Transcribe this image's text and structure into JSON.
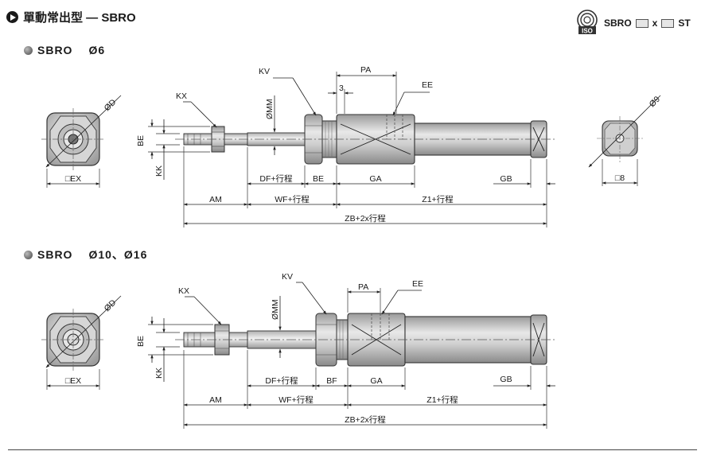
{
  "header": {
    "title": "單動常出型 — SBRO",
    "model_prefix": "SBRO",
    "model_x": "x",
    "model_suffix": "ST",
    "iso_label": "ISO"
  },
  "sections": [
    {
      "label": "SBRO",
      "bore": "Ø6"
    },
    {
      "label": "SBRO",
      "bore": "Ø10、Ø16"
    }
  ],
  "dims1": {
    "od": "ØD",
    "kx": "KX",
    "kv": "KV",
    "pa": "PA",
    "three": "3",
    "ee": "EE",
    "o9": "Ø9",
    "omm": "ØMM",
    "be": "BE",
    "kk": "KK",
    "ex": "□EX",
    "df": "DF+行程",
    "be2": "BE",
    "ga": "GA",
    "gb": "GB",
    "sq8": "□8",
    "am": "AM",
    "wf": "WF+行程",
    "z1": "Z1+行程",
    "zb": "ZB+2x行程"
  },
  "dims2": {
    "od": "ØD",
    "kx": "KX",
    "kv": "KV",
    "pa": "PA",
    "ee": "EE",
    "omm": "ØMM",
    "be": "BE",
    "kk": "KK",
    "ex": "□EX",
    "df": "DF+行程",
    "bf": "BF",
    "ga": "GA",
    "gb": "GB",
    "am": "AM",
    "wf": "WF+行程",
    "z1": "Z1+行程",
    "zb": "ZB+2x行程"
  }
}
